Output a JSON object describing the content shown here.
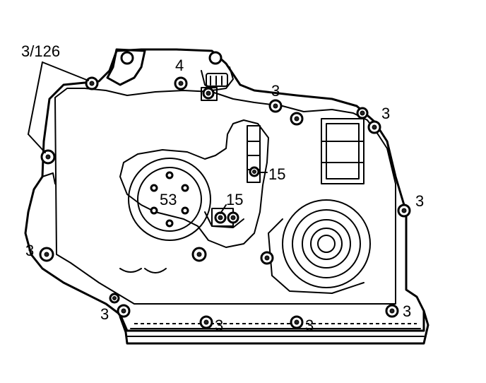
{
  "diagram": {
    "labels": {
      "l1": "3/126",
      "l2": "4",
      "l3": "3",
      "l4": "3",
      "l5": "15",
      "l6": "15",
      "l7": "53",
      "l8": "3",
      "l9": "3",
      "l10": "3",
      "l11": "3",
      "l12": "3",
      "l13": "3"
    }
  }
}
